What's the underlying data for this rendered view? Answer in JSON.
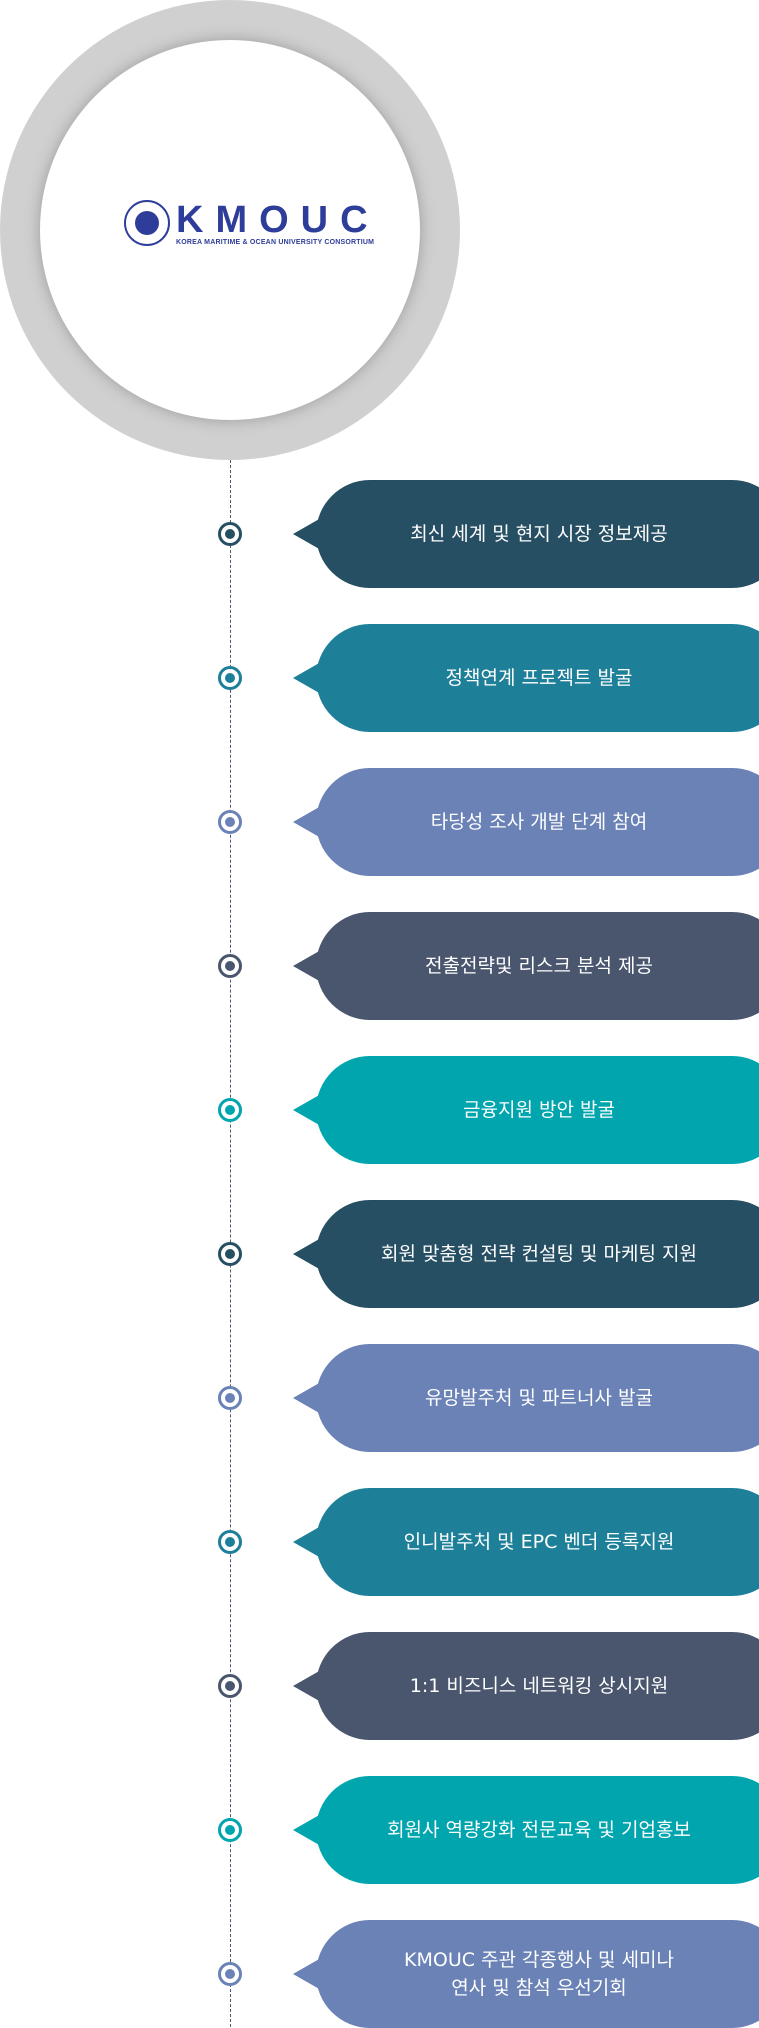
{
  "logo": {
    "title": "KMOUC",
    "subtitle": "KOREA MARITIME & OCEAN UNIVERSITY CONSORTIUM"
  },
  "colors": {
    "navy": "#264f63",
    "teal": "#1e7f99",
    "periwinkle": "#6a82b5",
    "slate": "#4a566e",
    "cyan": "#00a5ae"
  },
  "items": [
    {
      "label": "최신 세계 및 현지 시장 정보제공",
      "color": "#264f63"
    },
    {
      "label": "정책연계 프로젝트 발굴",
      "color": "#1e7f99"
    },
    {
      "label": "타당성 조사 개발 단계 참여",
      "color": "#6a82b5"
    },
    {
      "label": "전출전략및 리스크 분석 제공",
      "color": "#4a566e"
    },
    {
      "label": "금융지원 방안 발굴",
      "color": "#00a5ae"
    },
    {
      "label": "회원 맞춤형 전략 컨설팅 및 마케팅 지원",
      "color": "#264f63"
    },
    {
      "label": "유망발주처 및  파트너사 발굴",
      "color": "#6a82b5"
    },
    {
      "label": "인니발주처 및 EPC 벤더 등록지원",
      "color": "#1e7f99"
    },
    {
      "label": "1:1 비즈니스 네트워킹 상시지원",
      "color": "#4a566e"
    },
    {
      "label": "회원사 역량강화 전문교육 및 기업홍보",
      "color": "#00a5ae"
    },
    {
      "label": "KMOUC 주관 각종행사 및 세미나\n연사 및 참석 우선기회",
      "color": "#6a82b5"
    }
  ]
}
